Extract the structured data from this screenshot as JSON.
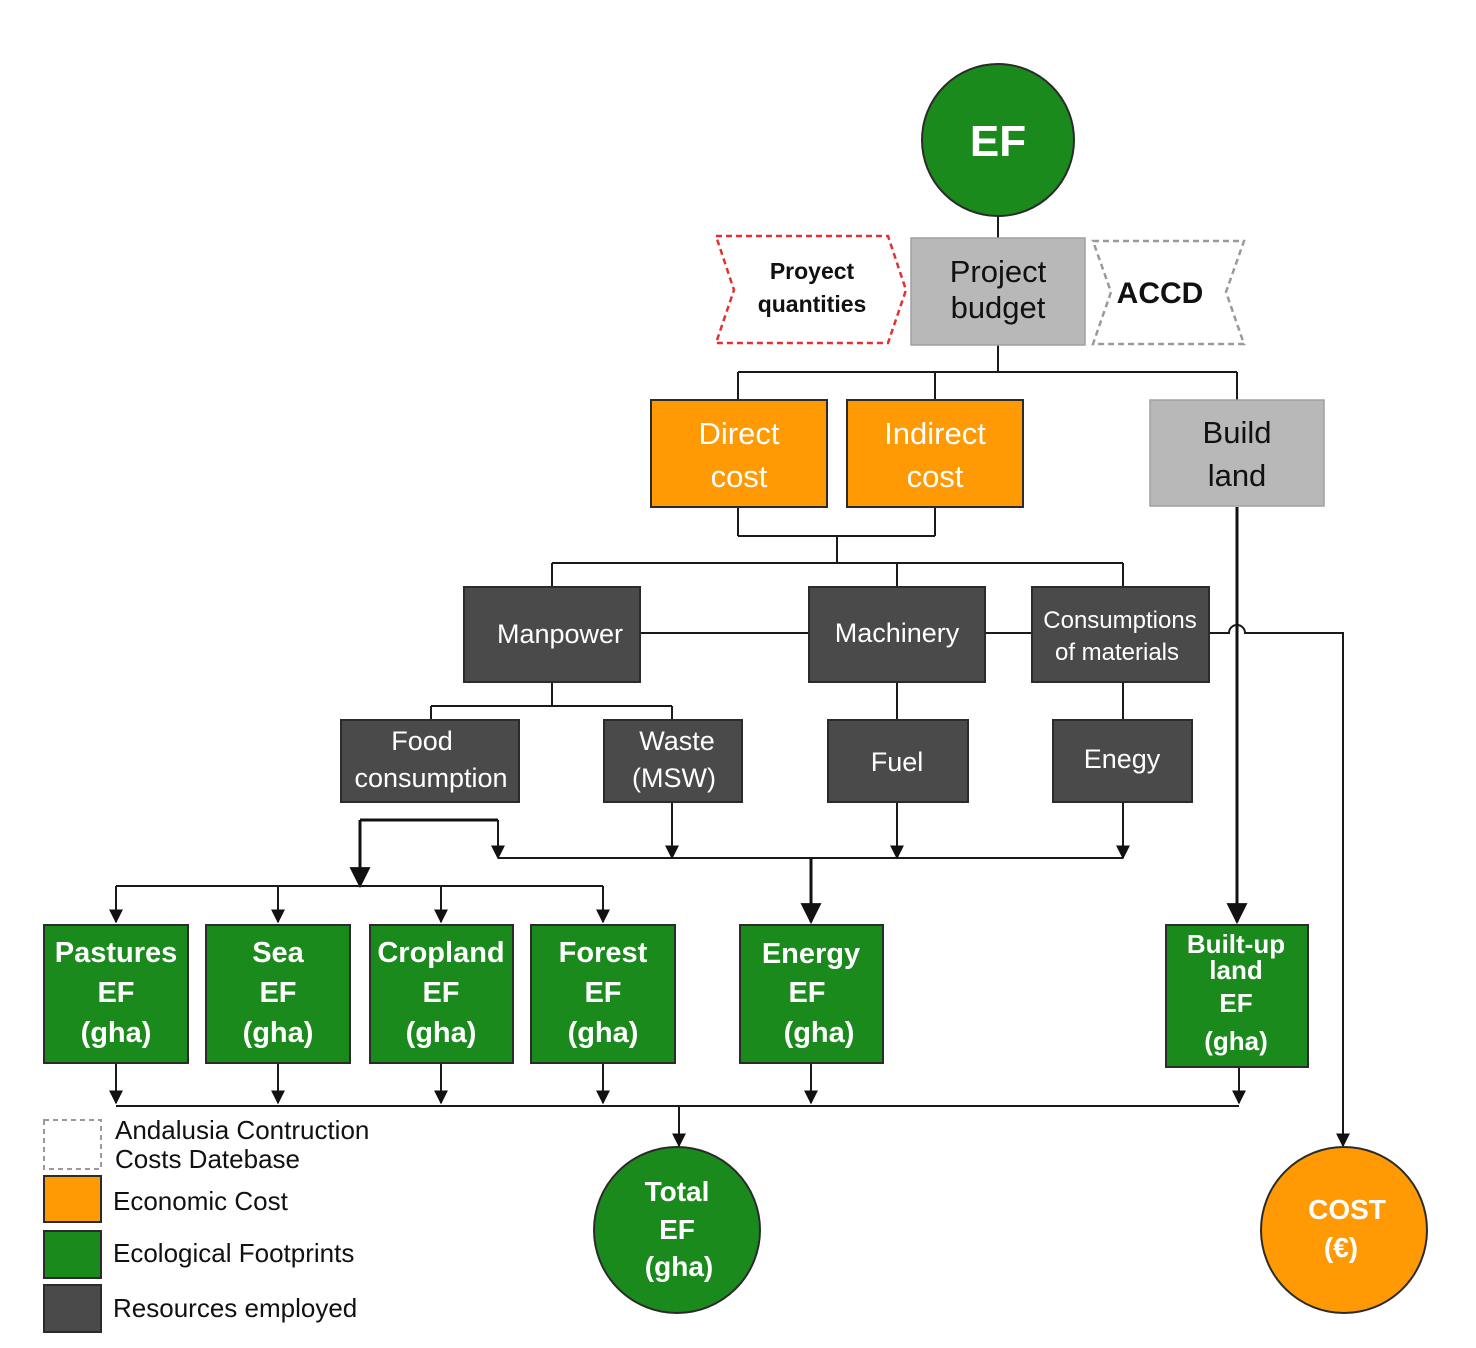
{
  "colors": {
    "green": "#1a8a1c",
    "orange": "#ff9a05",
    "light_gray": "#b8b8b8",
    "dark_gray": "#4a4a4a",
    "ink": "#111111",
    "red_dashed": "#e53030",
    "gray_dashed": "#9a9a9a"
  },
  "top": {
    "ef_circle": "EF",
    "project_budget": [
      "Project",
      "budget"
    ],
    "proyect_quantities": [
      "Proyect",
      "quantities"
    ],
    "accd": "ACCD"
  },
  "cost_level": {
    "direct_cost": [
      "Direct",
      "cost"
    ],
    "indirect_cost": [
      "Indirect",
      "cost"
    ],
    "build_land": [
      "Build",
      "land"
    ]
  },
  "resources": {
    "manpower": "Manpower",
    "machinery": "Machinery",
    "consumptions": [
      "Consumptions",
      "of materials"
    ],
    "food": [
      "Food",
      "consumption"
    ],
    "waste": [
      "Waste",
      "(MSW)"
    ],
    "fuel": "Fuel",
    "enegy": "Enegy"
  },
  "footprints": {
    "pastures": [
      "Pastures",
      "EF",
      "(gha)"
    ],
    "sea": [
      "Sea",
      "EF",
      "(gha)"
    ],
    "cropland": [
      "Cropland",
      "EF",
      "(gha)"
    ],
    "forest": [
      "Forest",
      "EF",
      "(gha)"
    ],
    "energy": [
      "Energy",
      "EF",
      "(gha)"
    ],
    "builtup": [
      "Built-up",
      "land",
      "EF",
      "(gha)"
    ]
  },
  "outputs": {
    "total_ef": [
      "Total",
      "EF",
      "(gha)"
    ],
    "cost": [
      "COST",
      "(€)"
    ]
  },
  "legend": {
    "accd_line1": "Andalusia Contruction",
    "accd_line2": "Costs Datebase",
    "economic": "Economic Cost",
    "ecological": "Ecological Footprints",
    "resources": "Resources employed"
  }
}
